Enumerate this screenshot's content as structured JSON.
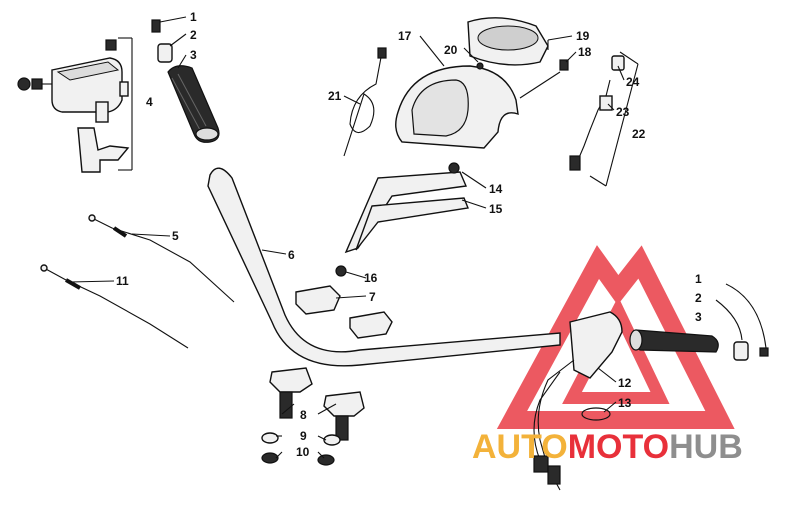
{
  "diagram": {
    "callouts": [
      {
        "id": "c1a",
        "text": "1"
      },
      {
        "id": "c2a",
        "text": "2"
      },
      {
        "id": "c3a",
        "text": "3"
      },
      {
        "id": "c4",
        "text": "4"
      },
      {
        "id": "c5",
        "text": "5"
      },
      {
        "id": "c6",
        "text": "6"
      },
      {
        "id": "c7",
        "text": "7"
      },
      {
        "id": "c8",
        "text": "8"
      },
      {
        "id": "c9",
        "text": "9"
      },
      {
        "id": "c10",
        "text": "10"
      },
      {
        "id": "c11",
        "text": "11"
      },
      {
        "id": "c12",
        "text": "12"
      },
      {
        "id": "c13",
        "text": "13"
      },
      {
        "id": "c14",
        "text": "14"
      },
      {
        "id": "c15",
        "text": "15"
      },
      {
        "id": "c16",
        "text": "16"
      },
      {
        "id": "c17",
        "text": "17"
      },
      {
        "id": "c18",
        "text": "18"
      },
      {
        "id": "c19",
        "text": "19"
      },
      {
        "id": "c20",
        "text": "20"
      },
      {
        "id": "c21",
        "text": "21"
      },
      {
        "id": "c22",
        "text": "22"
      },
      {
        "id": "c23",
        "text": "23"
      },
      {
        "id": "c24",
        "text": "24"
      },
      {
        "id": "c1b",
        "text": "1"
      },
      {
        "id": "c2b",
        "text": "2"
      },
      {
        "id": "c3b",
        "text": "3"
      }
    ]
  },
  "watermark": {
    "part1": "AUTO",
    "part2": "MOTO",
    "part3": "HUB",
    "color_red": "#e8303a",
    "color_orange": "#f3b23a",
    "color_gray": "#8e8e8e"
  }
}
